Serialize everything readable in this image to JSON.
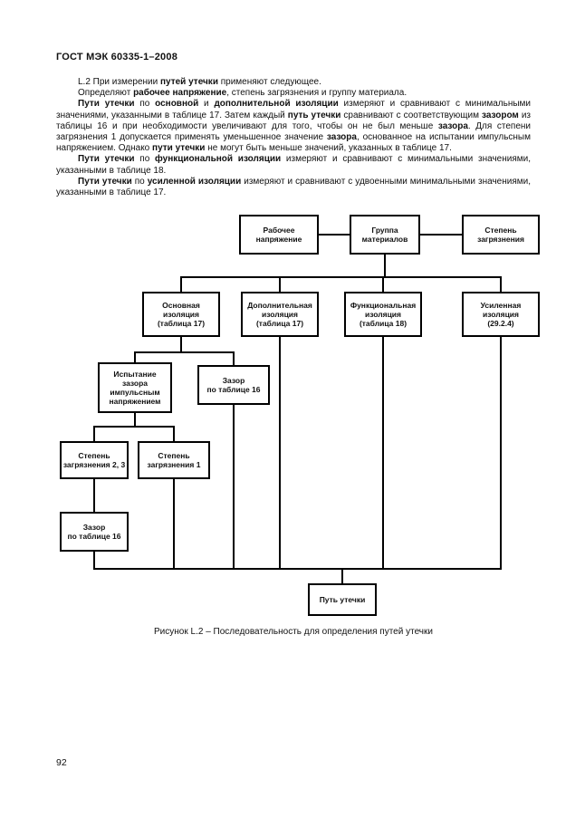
{
  "header": {
    "title": "ГОСТ МЭК 60335-1–2008"
  },
  "body": {
    "paragraphs": [
      [
        {
          "t": "L.2 При измерении "
        },
        {
          "t": "путей утечки",
          "b": true
        },
        {
          "t": " применяют следующее."
        }
      ],
      [
        {
          "t": "Определяют "
        },
        {
          "t": "рабочее напряжение",
          "b": true
        },
        {
          "t": ", степень загрязнения и группу материала."
        }
      ],
      [
        {
          "t": "Пути утечки",
          "b": true
        },
        {
          "t": " по "
        },
        {
          "t": "основной",
          "b": true
        },
        {
          "t": " и "
        },
        {
          "t": "дополнительной изоляции",
          "b": true
        },
        {
          "t": " измеряют и сравнивают с минимальными значениями, указанными в таблице 17. Затем каждый "
        },
        {
          "t": "путь утечки",
          "b": true
        },
        {
          "t": " сравнивают с соответствующим "
        },
        {
          "t": "зазором",
          "b": true
        },
        {
          "t": " из таблицы 16 и при необходимости увеличивают для того, чтобы он не был меньше "
        },
        {
          "t": "зазора",
          "b": true
        },
        {
          "t": ". Для степени загрязнения 1 допускается применять уменьшенное значение "
        },
        {
          "t": "зазора",
          "b": true
        },
        {
          "t": ", основанное на испытании импульсным напряжением. Однако "
        },
        {
          "t": "пути утечки",
          "b": true
        },
        {
          "t": " не могут быть меньше значений, указанных в таблице 17."
        }
      ],
      [
        {
          "t": "Пути утечки",
          "b": true
        },
        {
          "t": " по "
        },
        {
          "t": "функциональной изоляции",
          "b": true
        },
        {
          "t": " измеряют и сравнивают с минимальными значениями, указанными в таблице 18."
        }
      ],
      [
        {
          "t": "Пути утечки",
          "b": true
        },
        {
          "t": " по "
        },
        {
          "t": "усиленной изоляции",
          "b": true
        },
        {
          "t": " измеряют и сравнивают с удвоенными минимальными значениями, указанными в таблице 17."
        }
      ]
    ]
  },
  "diagram": {
    "boxes": {
      "rabochee": {
        "label": "Рабочее\nнапряжение"
      },
      "gruppa": {
        "label": "Группа\nматериалов"
      },
      "stepen": {
        "label": "Степень\nзагрязнения"
      },
      "osnovnaya": {
        "label": "Основная\nизоляция\n(таблица 17)"
      },
      "dopolnitelnaya": {
        "label": "Дополнительная\nизоляция\n(таблица 17)"
      },
      "funktsionalnaya": {
        "label": "Функциональная\nизоляция\n(таблица 18)"
      },
      "usilennaya": {
        "label": "Усиленная\nизоляция\n(29.2.4)"
      },
      "ispytanie": {
        "label": "Испытание\nзазора\nимпульсным\nнапряжением"
      },
      "zazor16a": {
        "label": "Зазор\nпо таблице 16"
      },
      "stepen23": {
        "label": "Степень\nзагрязнения 2, 3"
      },
      "stepen1": {
        "label": "Степень\nзагрязнения 1"
      },
      "zazor16b": {
        "label": "Зазор\nпо таблице 16"
      },
      "put": {
        "label": "Путь утечки"
      }
    },
    "caption": "Рисунок L.2 – Последовательность для определения путей утечки"
  },
  "footer": {
    "page_number": "92"
  }
}
